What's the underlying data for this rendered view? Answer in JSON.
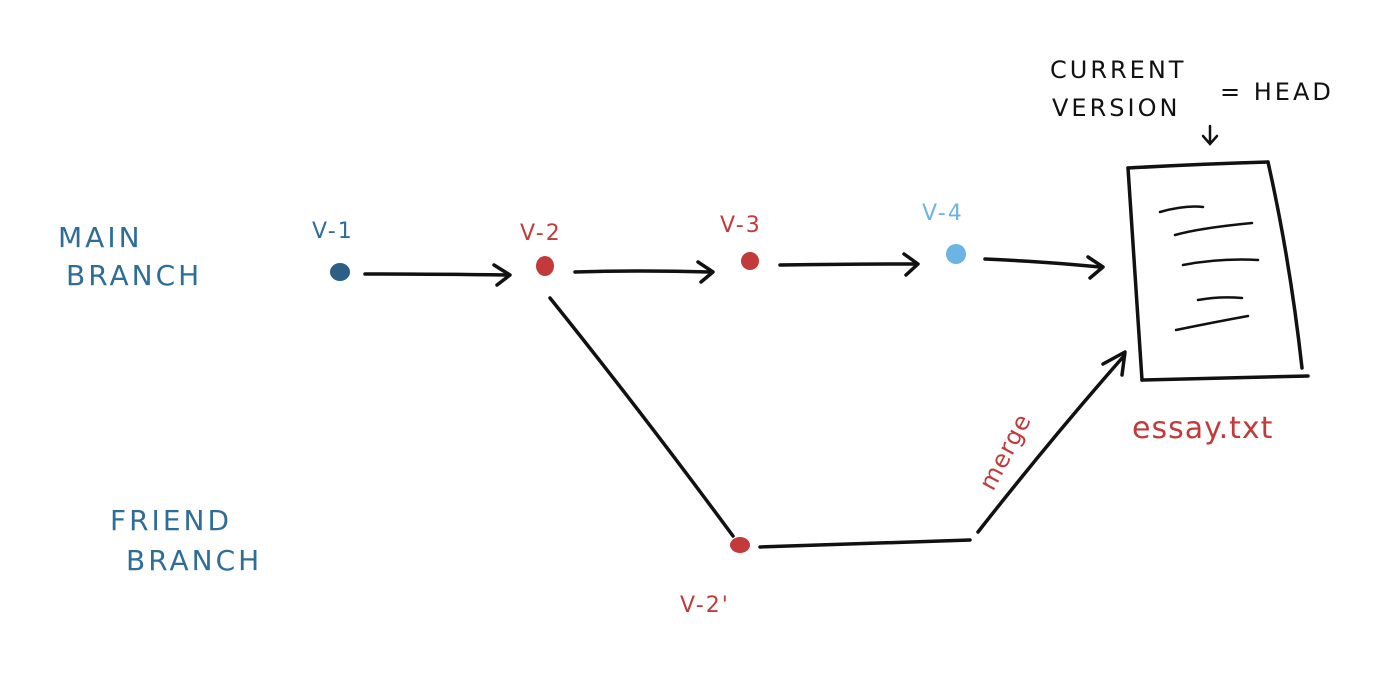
{
  "colors": {
    "main_branch": "#2e6e96",
    "v1_node": "#2b5f87",
    "v4_node": "#6cb4e4",
    "red": "#c23a3a",
    "ink": "#111111"
  },
  "branches": {
    "main_line1": "MAIN",
    "main_line2": "BRANCH",
    "friend_line1": "FRIEND",
    "friend_line2": "BRANCH"
  },
  "versions": {
    "v1": "V-1",
    "v2": "V-2",
    "v3": "V-3",
    "v4": "V-4",
    "v2_prime": "V-2'"
  },
  "note": {
    "line1": "CURRENT",
    "line2": "VERSION",
    "equals_head": "= HEAD"
  },
  "file": {
    "name": "essay.txt"
  },
  "merge_label": "merge"
}
